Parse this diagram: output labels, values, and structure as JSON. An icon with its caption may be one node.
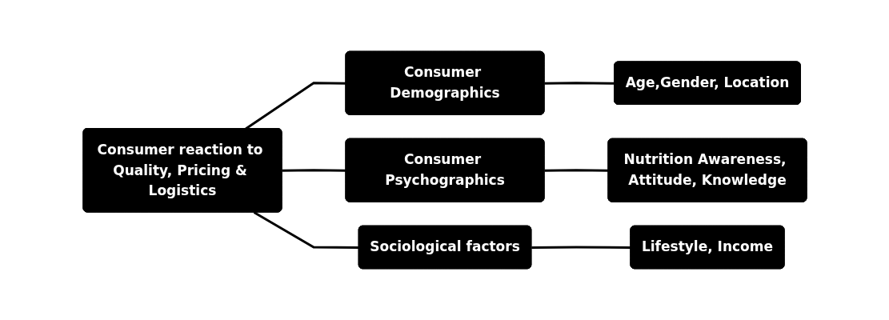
{
  "diagram": {
    "nodes": [
      {
        "text": [
          "Consumer reaction to Quality, Pricing & Logistics"
        ]
      },
      {
        "text": [
          "Consumer Demographics"
        ]
      },
      {
        "text": [
          "Age,Gender, Location"
        ]
      },
      {
        "text": [
          "Consumer Psychographics"
        ]
      },
      {
        "text": [
          "Nutrition Awareness, Attitude, Knowledge"
        ]
      },
      {
        "text": [
          "Sociological factors"
        ]
      },
      {
        "text": [
          "Lifestyle, Income"
        ]
      }
    ],
    "edges": [
      {
        "from": 0,
        "to": 1,
        "arrow": "none"
      },
      {
        "from": 0,
        "to": 3,
        "arrow": "none"
      },
      {
        "from": 0,
        "to": 5,
        "arrow": "none"
      },
      {
        "from": 1,
        "to": 2,
        "arrow": "none"
      },
      {
        "from": 3,
        "to": 4,
        "arrow": "none"
      },
      {
        "from": 5,
        "to": 6,
        "arrow": "none"
      }
    ]
  }
}
